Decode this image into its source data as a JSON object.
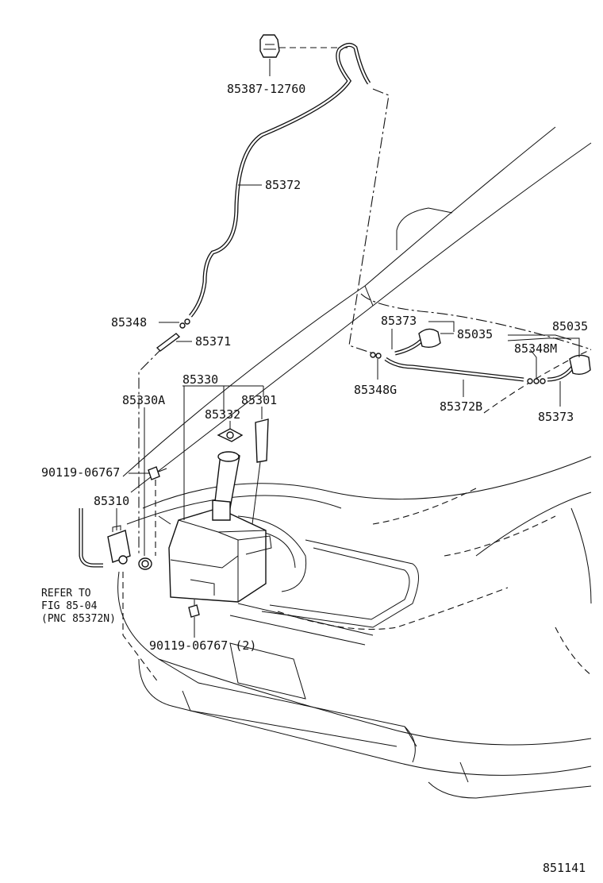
{
  "labels": {
    "p85387": "85387-12760",
    "p85372": "85372",
    "p85348": "85348",
    "p85371": "85371",
    "p85330": "85330",
    "p85330A": "85330A",
    "p85301": "85301",
    "p85332": "85332",
    "p90119a": "90119-06767",
    "p85310": "85310",
    "p90119b": "90119-06767 (2)",
    "p85373a": "85373",
    "p85035a": "85035",
    "p85035b": "85035",
    "p85348M": "85348M",
    "p85348G": "85348G",
    "p85372B": "85372B",
    "p85373b": "85373"
  },
  "refer": {
    "line1": "REFER TO",
    "line2": "FIG 85-04",
    "line3": "(PNC 85372N)"
  },
  "figure_id": "851141"
}
